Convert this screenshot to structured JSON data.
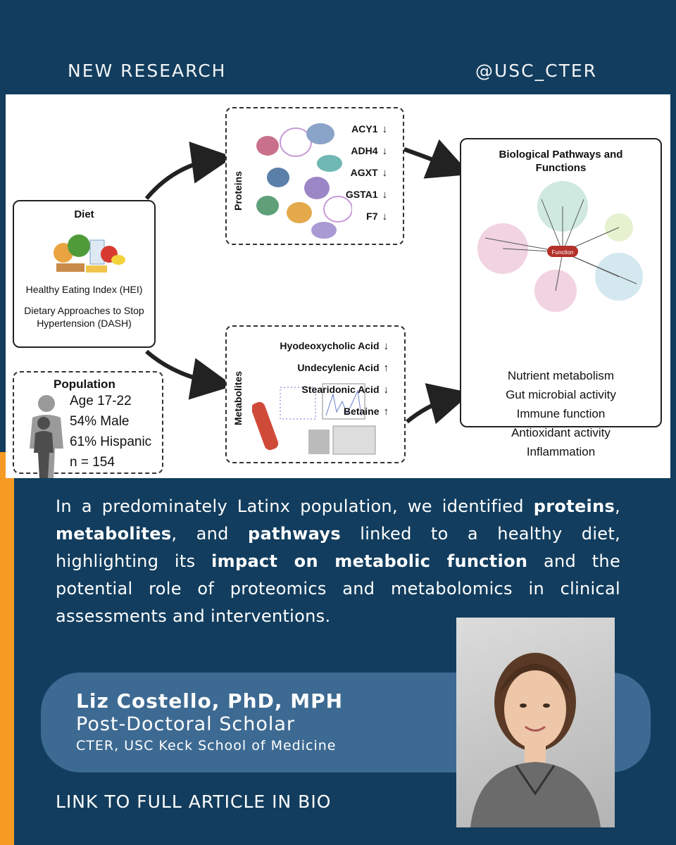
{
  "header": {
    "left": "NEW RESEARCH",
    "right": "@USC_CTER"
  },
  "diagram": {
    "diet": {
      "title": "Diet",
      "item1": "Healthy Eating Index (HEI)",
      "item2": "Dietary Approaches to Stop Hypertension (DASH)"
    },
    "population": {
      "title": "Population",
      "lines": [
        "Age 17-22",
        "54% Male",
        "61% Hispanic",
        "n = 154"
      ]
    },
    "proteins": {
      "label": "Proteins",
      "items": [
        {
          "name": "ACY1",
          "arrow": "↓"
        },
        {
          "name": "ADH4",
          "arrow": "↓"
        },
        {
          "name": "AGXT",
          "arrow": "↓"
        },
        {
          "name": "GSTA1",
          "arrow": "↓"
        },
        {
          "name": "F7",
          "arrow": "↓"
        }
      ]
    },
    "metabolites": {
      "label": "Metabolites",
      "items": [
        {
          "name": "Hyodeoxycholic Acid",
          "arrow": "↓"
        },
        {
          "name": "Undecylenic Acid",
          "arrow": "↑"
        },
        {
          "name": "Stearidonic Acid",
          "arrow": "↓"
        },
        {
          "name": "Betaine",
          "arrow": "↑"
        }
      ]
    },
    "pathways": {
      "title": "Biological Pathways and Functions",
      "center": "Function",
      "items": [
        "Nutrient metabolism",
        "Gut microbial activity",
        "Immune function",
        "Antioxidant activity",
        "Inflammation"
      ]
    }
  },
  "body": {
    "p1": "In a predominately Latinx population, we identified ",
    "b1": "proteins",
    "p2": ", ",
    "b2": "metabolites",
    "p3": ", and ",
    "b3": "pathways",
    "p4": " linked to a healthy diet, highlighting its ",
    "b4": "impact on metabolic function",
    "p5": " and the potential role of proteomics and metabolomics in clinical assessments and interventions."
  },
  "person": {
    "name": "Liz Costello, PhD, MPH",
    "role": "Post-Doctoral Scholar",
    "institution": "CTER, USC Keck School of Medicine"
  },
  "footer": "LINK TO FULL ARTICLE IN BIO",
  "colors": {
    "background": "#123d5e",
    "accent": "#f59a23",
    "pill": "#3d6a92"
  }
}
